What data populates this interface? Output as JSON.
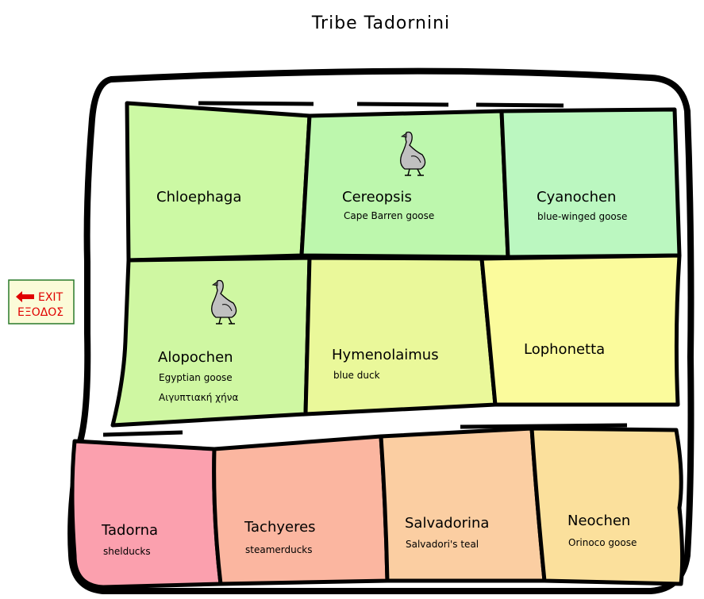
{
  "title": "Tribe Tadornini",
  "exit": {
    "line1": "EXIT",
    "line2": "ΕΞΟΔΟΣ",
    "arrow_color": "#e00000"
  },
  "rooms": {
    "chloephaga": {
      "genus": "Chloephaga",
      "color": "#ccf9a4"
    },
    "cereopsis": {
      "genus": "Cereopsis",
      "common": "Cape Barren goose",
      "color": "#bdf7ad",
      "icon": "goose-icon"
    },
    "cyanochen": {
      "genus": "Cyanochen",
      "common": "blue-winged goose",
      "color": "#bbf7c0"
    },
    "alopochen": {
      "genus": "Alopochen",
      "common": "Egyptian goose",
      "common2": "Αιγυπτιακή χήνα",
      "color": "#cff7a2",
      "icon": "goose-icon"
    },
    "hymenolaimus": {
      "genus": "Hymenolaimus",
      "common": "blue duck",
      "color": "#eaf89a"
    },
    "lophonetta": {
      "genus": "Lophonetta",
      "color": "#fbfb9c"
    },
    "tadorna": {
      "genus": "Tadorna",
      "common": "shelducks",
      "color": "#fba0ae"
    },
    "tachyeres": {
      "genus": "Tachyeres",
      "common": "steamerducks",
      "color": "#fbb6a0"
    },
    "salvadorina": {
      "genus": "Salvadorina",
      "common": "Salvadori's teal",
      "color": "#fbcea2"
    },
    "neochen": {
      "genus": "Neochen",
      "common": "Orinoco goose",
      "color": "#fbe09c"
    }
  }
}
